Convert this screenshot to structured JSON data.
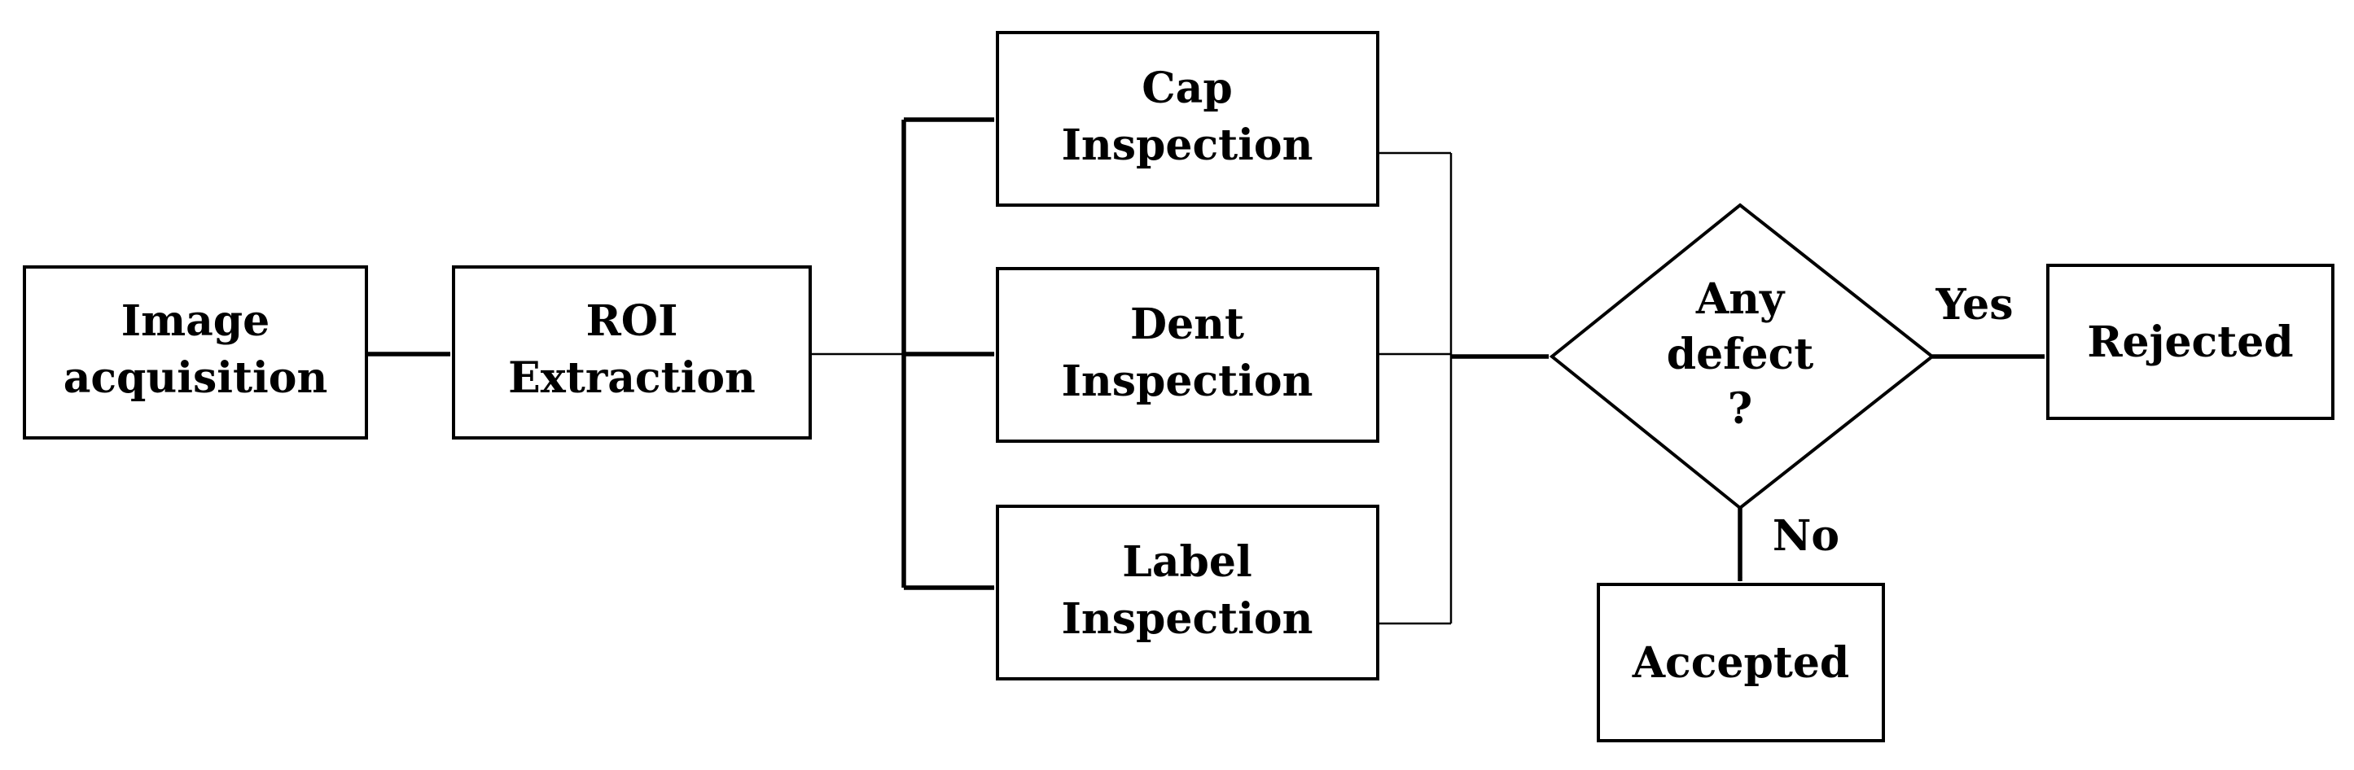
{
  "nodes": {
    "image_acquisition": {
      "lines": [
        "Image",
        "acquisition"
      ]
    },
    "roi_extraction": {
      "lines": [
        "ROI",
        "Extraction"
      ]
    },
    "cap_inspection": {
      "lines": [
        "Cap",
        "Inspection"
      ]
    },
    "dent_inspection": {
      "lines": [
        "Dent",
        "Inspection"
      ]
    },
    "label_inspection": {
      "lines": [
        "Label",
        "Inspection"
      ]
    },
    "decision": {
      "lines": [
        "Any",
        "defect",
        "?"
      ]
    },
    "rejected": {
      "lines": [
        "Rejected"
      ]
    },
    "accepted": {
      "lines": [
        "Accepted"
      ]
    }
  },
  "edges": {
    "yes_label": "Yes",
    "no_label": "No"
  }
}
